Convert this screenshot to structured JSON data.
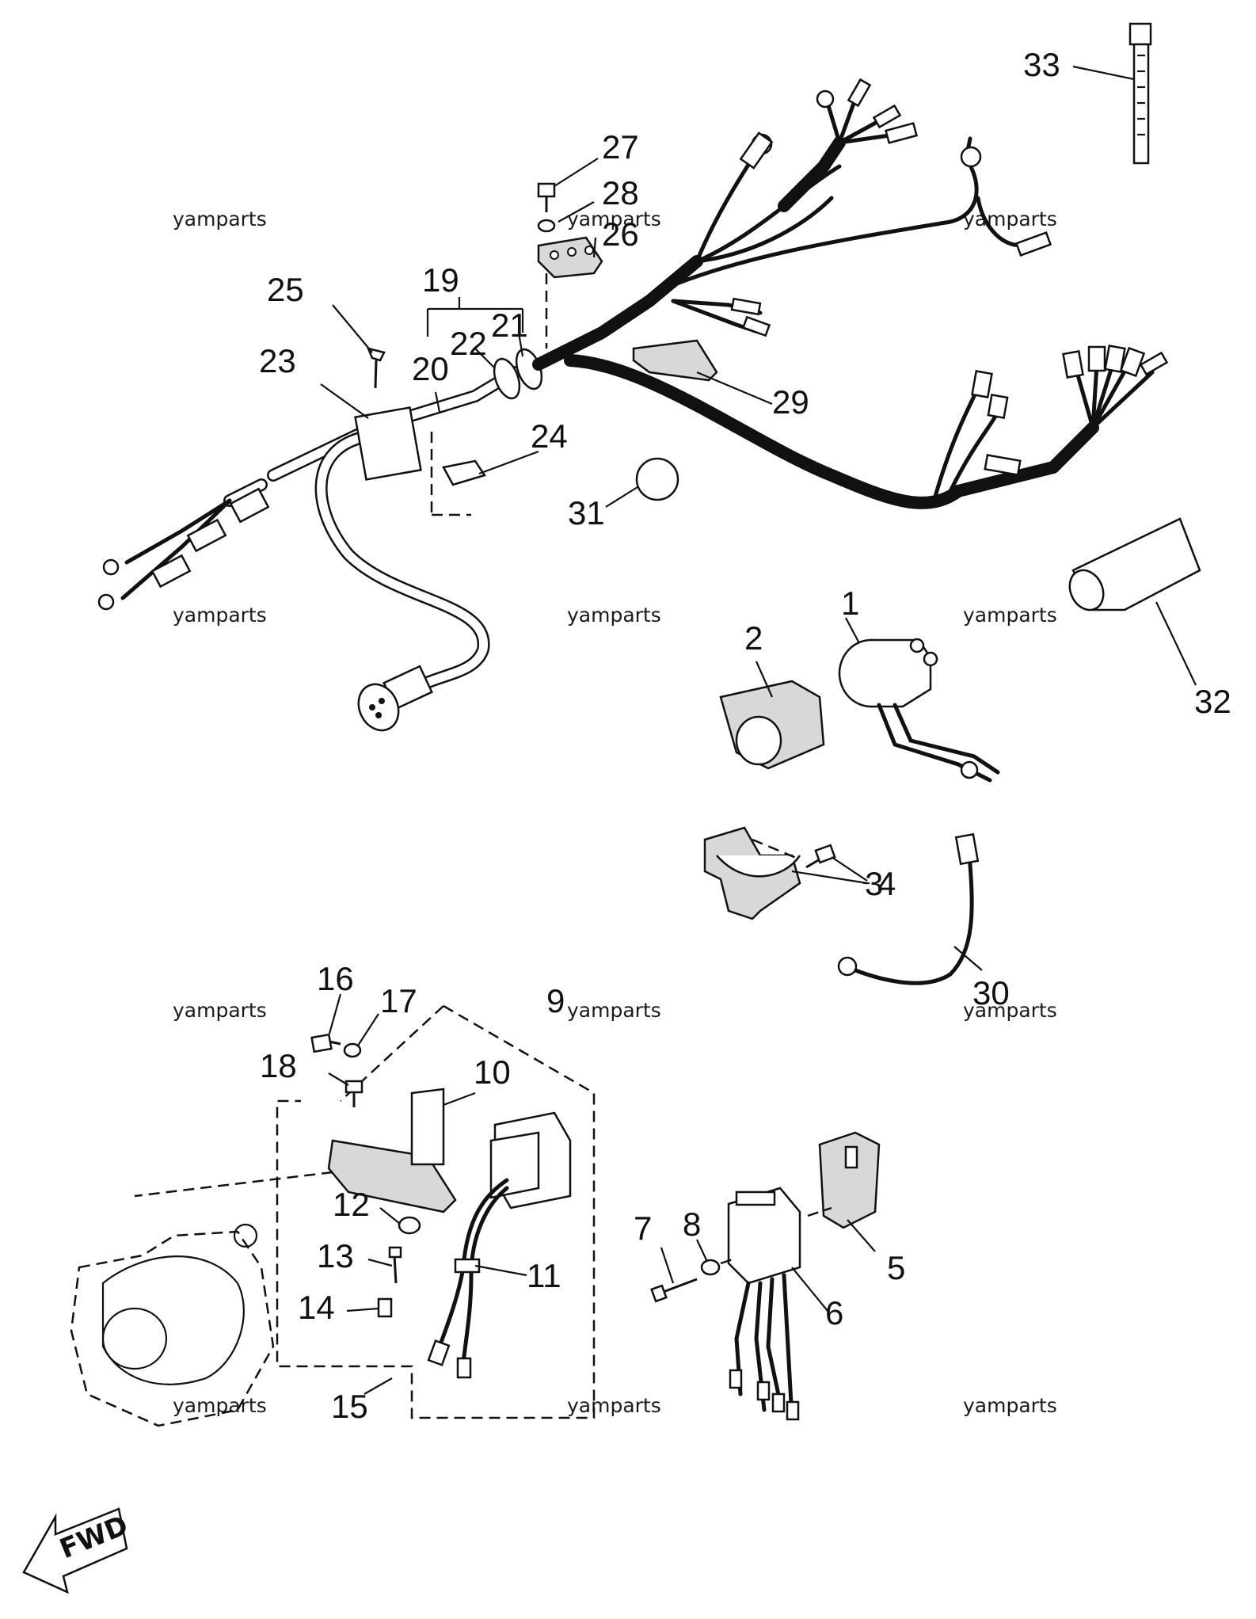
{
  "diagram": {
    "callouts": [
      "33",
      "27",
      "28",
      "26",
      "19",
      "25",
      "22",
      "21",
      "20",
      "23",
      "29",
      "24",
      "31",
      "2",
      "1",
      "32",
      "4",
      "3",
      "30",
      "16",
      "17",
      "9",
      "18",
      "10",
      "12",
      "8",
      "7",
      "5",
      "11",
      "13",
      "6",
      "14",
      "15"
    ],
    "watermark": "yamparts",
    "fwd_label": "FWD"
  }
}
